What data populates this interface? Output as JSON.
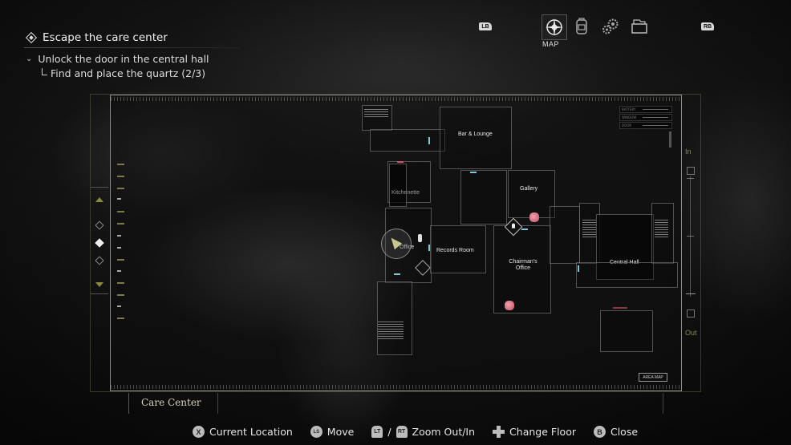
{
  "objectives": {
    "main": "Escape the care center",
    "sub": "Unlock the door in the central hall",
    "subsub": "Find and place the quartz (2/3)"
  },
  "top_tabs": {
    "left_bumper": "LB",
    "right_bumper": "RB",
    "tabs": [
      {
        "name": "map",
        "icon": "compass-icon",
        "label": "MAP",
        "active": true
      },
      {
        "name": "inventory",
        "icon": "backpack-icon",
        "active": false
      },
      {
        "name": "settings",
        "icon": "gears-icon",
        "active": false
      },
      {
        "name": "files",
        "icon": "folder-icon",
        "active": false
      }
    ]
  },
  "map": {
    "rooms": [
      {
        "label": "Bar & Lounge"
      },
      {
        "label": "Kitchenette"
      },
      {
        "label": "Gallery"
      },
      {
        "label": "Office"
      },
      {
        "label": "Records Room"
      },
      {
        "label": "Chairman's Office"
      },
      {
        "label": "Central Hall"
      }
    ],
    "legend": [
      {
        "label": "BATTERY"
      },
      {
        "label": "WINDOW"
      },
      {
        "label": "DOOR"
      }
    ],
    "area_map_button": "AREA MAP",
    "zoom_in_label": "In",
    "zoom_out_label": "Out",
    "area_name": "Care Center",
    "colors": {
      "unlocked_door": "#7fc6d6",
      "locked_door": "#d4546b",
      "quartz": "#d87080",
      "floor_accent": "#8a8a3a"
    }
  },
  "controls": [
    {
      "button": "X",
      "label": "Current Location"
    },
    {
      "button": "LS",
      "label": "Move"
    },
    {
      "button": "LT",
      "separator": "/",
      "button2": "RT",
      "label": "Zoom Out/In"
    },
    {
      "button": "dpad",
      "label": "Change Floor"
    },
    {
      "button": "B",
      "label": "Close"
    }
  ]
}
